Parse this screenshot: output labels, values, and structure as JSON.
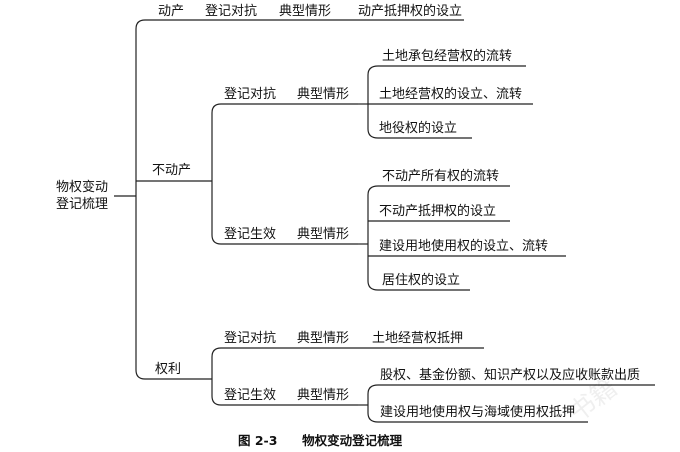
{
  "root": {
    "line1": "物权变动",
    "line2": "登记梳理"
  },
  "movable": {
    "label": "动产",
    "effect": "登记对抗",
    "typical": "典型情形",
    "cases": [
      "动产抵押权的设立"
    ]
  },
  "immovable": {
    "label": "不动产",
    "groups": [
      {
        "effect": "登记对抗",
        "typical": "典型情形",
        "cases": [
          "土地承包经营权的流转",
          "土地经营权的设立、流转",
          "地役权的设立"
        ]
      },
      {
        "effect": "登记生效",
        "typical": "典型情形",
        "cases": [
          "不动产所有权的流转",
          "不动产抵押权的设立",
          "建设用地使用权的设立、流转",
          "居住权的设立"
        ]
      }
    ]
  },
  "rights": {
    "label": "权利",
    "groups": [
      {
        "effect": "登记对抗",
        "typical": "典型情形",
        "cases": [
          "土地经营权抵押"
        ]
      },
      {
        "effect": "登记生效",
        "typical": "典型情形",
        "cases": [
          "股权、基金份额、知识产权以及应收账款出质",
          "建设用地使用权与海域使用权抵押"
        ]
      }
    ]
  },
  "caption": {
    "number": "图 2-3",
    "title": "物权变动登记梳理"
  },
  "watermark": "书籍"
}
